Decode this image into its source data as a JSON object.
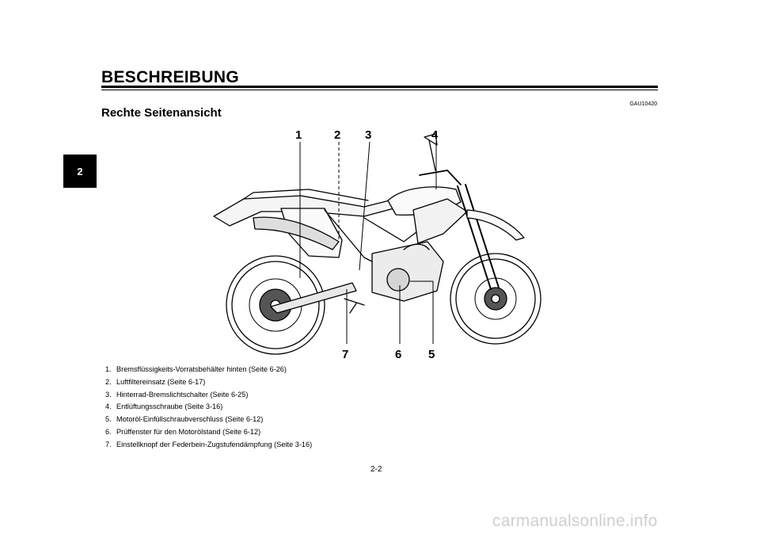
{
  "header": {
    "title": "BESCHREIBUNG",
    "code": "GAU10420",
    "subtitle": "Rechte Seitenansicht"
  },
  "chapter_tab": "2",
  "diagram": {
    "callouts_top": [
      "1",
      "2",
      "3",
      "4"
    ],
    "callouts_bottom": [
      "7",
      "6",
      "5"
    ]
  },
  "legend": [
    {
      "num": "1.",
      "text": "Bremsflüssigkeits-Vorratsbehälter hinten (Seite 6-26)"
    },
    {
      "num": "2.",
      "text": "Luftfiltereinsatz (Seite 6-17)"
    },
    {
      "num": "3.",
      "text": "Hinterrad-Bremslichtschalter (Seite 6-25)"
    },
    {
      "num": "4.",
      "text": "Entlüftungsschraube (Seite 3-16)"
    },
    {
      "num": "5.",
      "text": "Motoröl-Einfüllschraubverschluss (Seite 6-12)"
    },
    {
      "num": "6.",
      "text": "Prüffenster für den Motorölstand (Seite 6-12)"
    },
    {
      "num": "7.",
      "text": "Einstellknopf der Federbein-Zugstufendämpfung (Seite 3-16)"
    }
  ],
  "page_number": "2-2",
  "watermark": "carmanualsonline.info"
}
